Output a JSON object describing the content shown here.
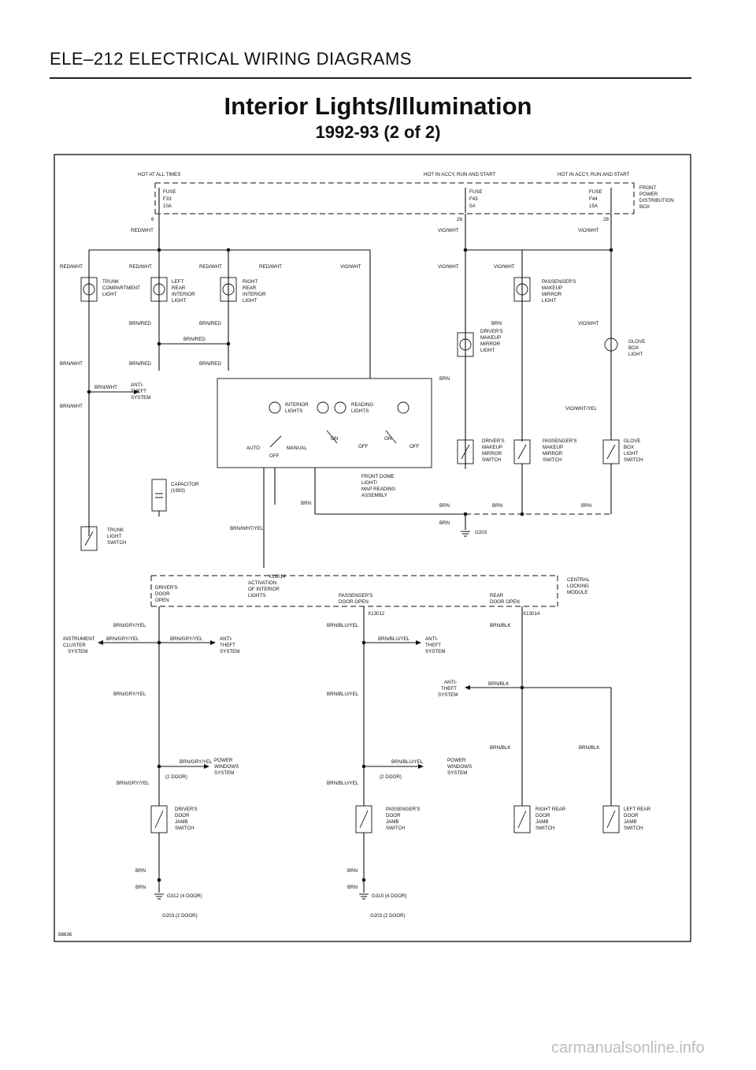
{
  "header": "ELE–212  ELECTRICAL WIRING DIAGRAMS",
  "title": "Interior Lights/Illumination",
  "subtitle": "1992-93 (2 of 2)",
  "figure_id": "88636",
  "watermark": "carmanualsonline.info",
  "power": {
    "hot_always": "HOT AT ALL TIMES",
    "hot_accy1": "HOT IN ACCY, RUN AND START",
    "hot_accy2": "HOT IN ACCY, RUN AND START",
    "fuse_f33": [
      "FUSE",
      "F33",
      "10A"
    ],
    "fuse_f43": [
      "FUSE",
      "F43",
      "5A"
    ],
    "fuse_f44": [
      "FUSE",
      "F44",
      "15A"
    ],
    "front_box": [
      "FRONT",
      "POWER",
      "DISTRIBUTION",
      "BOX"
    ],
    "pins": [
      "6",
      "26",
      "28"
    ]
  },
  "wires": {
    "red_wht": "RED/WHT",
    "vio_wht": "VIO/WHT",
    "brn_red": "BRN/RED",
    "brn_wht": "BRN/WHT",
    "brn": "BRN",
    "vio_wht_yel": "VIO/WHT/YEL",
    "brn_wht_yel": "BRN/WHT/YEL",
    "brn_gry_yel": "BRN/GRY/YEL",
    "brn_blu_yel": "BRN/BLU/YEL",
    "brn_blk": "BRN/BLK"
  },
  "components": {
    "trunk_comp": [
      "TRUNK",
      "COMPARTMENT",
      "LIGHT"
    ],
    "left_rear": [
      "LEFT",
      "REAR",
      "INTERIOR",
      "LIGHT"
    ],
    "right_rear": [
      "RIGHT",
      "REAR",
      "INTERIOR",
      "LIGHT"
    ],
    "pass_mirror": [
      "PASSENGER'S",
      "MAKEUP",
      "MIRROR",
      "LIGHT"
    ],
    "drv_mirror": [
      "DRIVER'S",
      "MAKEUP",
      "MIRROR",
      "LIGHT"
    ],
    "glove_light": [
      "GLOVE",
      "BOX",
      "LIGHT"
    ],
    "anti_theft": [
      "ANTI-",
      "THEFT",
      "SYSTEM"
    ],
    "interior_lights": [
      "INTERIOR",
      "LIGHTS"
    ],
    "reading_lights": [
      "READING",
      "LIGHTS"
    ],
    "switch_labels": [
      "ON",
      "ON",
      "AUTO",
      "MANUAL",
      "OFF",
      "OFF",
      "OFF"
    ],
    "front_dome": [
      "FRONT DOME",
      "LIGHT/",
      "MAP READING",
      "ASSEMBLY"
    ],
    "capacitor": [
      "CAPACITOR",
      "(1993)"
    ],
    "trunk_switch": [
      "TRUNK",
      "LIGHT",
      "SWITCH"
    ],
    "drv_mirror_sw": [
      "DRIVER'S",
      "MAKEUP",
      "MIRROR",
      "SWITCH"
    ],
    "pass_mirror_sw": [
      "PASSENGER'S",
      "MAKEUP",
      "MIRROR",
      "SWITCH"
    ],
    "glove_sw": [
      "GLOVE",
      "BOX",
      "LIGHT",
      "SWITCH"
    ],
    "ground_g203": "G203",
    "connector_x13014": "X13014",
    "connector_x13012": "X13012",
    "central_locking": [
      "CENTRAL",
      "LOCKING",
      "MODULE"
    ],
    "module_inputs": [
      "DRIVER'S",
      "DOOR",
      "OPEN",
      "ACTIVATION",
      "OF INTERIOR",
      "LIGHTS",
      "PASSENGER'S",
      "DOOR OPEN",
      "REAR",
      "DOOR OPEN"
    ],
    "instrument_cluster": [
      "INSTRUMENT",
      "CLUSTER",
      "SYSTEM"
    ],
    "power_windows": [
      "POWER",
      "WINDOWS",
      "SYSTEM"
    ],
    "two_door": "(2 DOOR)",
    "drv_jamb": [
      "DRIVER'S",
      "DOOR",
      "JAMB",
      "SWITCH"
    ],
    "pass_jamb": [
      "PASSENGER'S",
      "DOOR",
      "JAMB",
      "SWITCH"
    ],
    "right_rear_jamb": [
      "RIGHT REAR",
      "DOOR",
      "JAMB",
      "SWITCH"
    ],
    "left_rear_jamb": [
      "LEFT REAR",
      "DOOR",
      "JAMB",
      "SWITCH"
    ],
    "grounds_bottom": [
      "G312  (4 DOOR)",
      "G203  (2 DOOR)",
      "G310  (4 DOOR)",
      "G203  (2 DOOR)"
    ]
  }
}
